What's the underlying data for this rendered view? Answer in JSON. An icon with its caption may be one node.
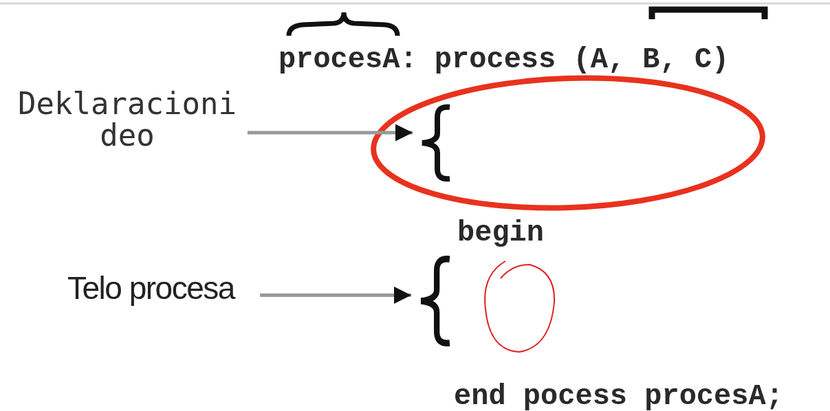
{
  "diagram": {
    "nodes": [
      {
        "text": [
          "Deklaracioni deo"
        ]
      },
      {
        "text": [],
        "shape": "brace"
      },
      {
        "text": [
          "Telo procesa"
        ]
      },
      {
        "text": [],
        "shape": "brace"
      }
    ],
    "edges": [
      {
        "from": 0,
        "to": 1,
        "arrow": "to"
      },
      {
        "from": 2,
        "to": 3,
        "arrow": "to"
      }
    ],
    "labels": [
      "procesA: process (A, B, C)",
      "begin",
      "end pocess procesA;"
    ]
  }
}
